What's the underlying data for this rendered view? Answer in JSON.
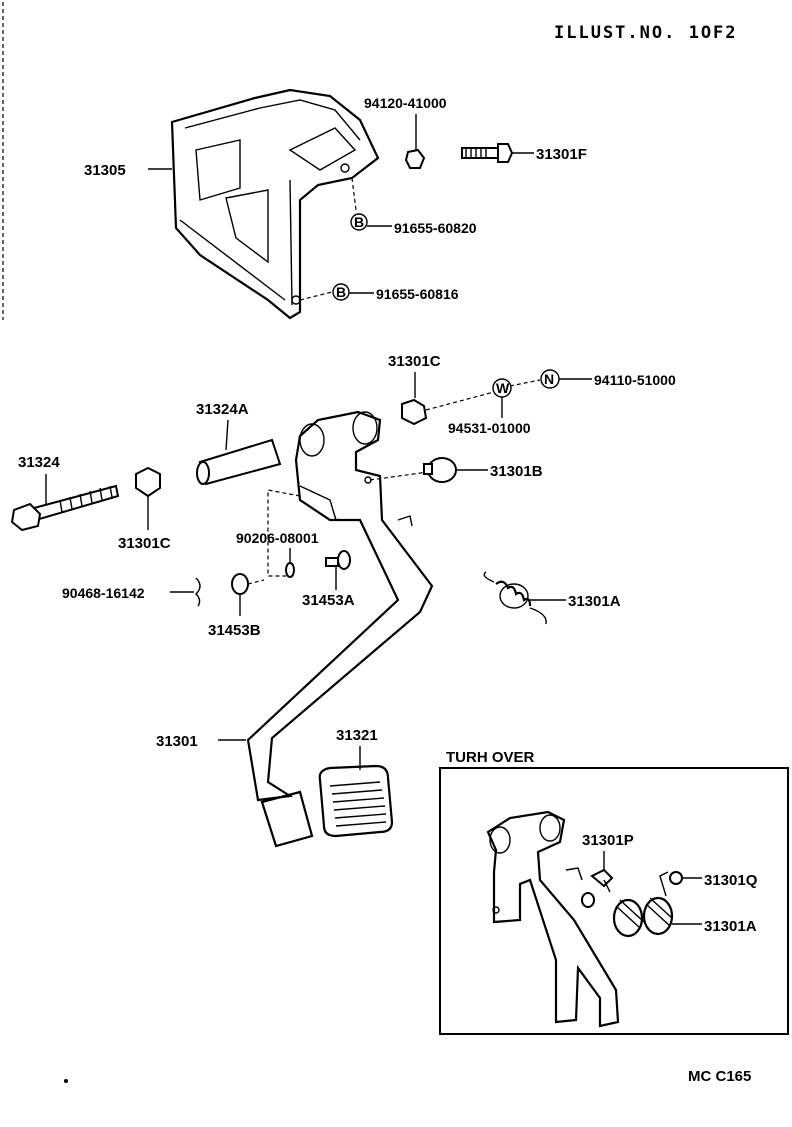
{
  "header": {
    "illust_no": "ILLUST.NO. 1OF2"
  },
  "footer": {
    "code": "MC C165"
  },
  "inset": {
    "title": "TURH OVER"
  },
  "badges": {
    "b": "B",
    "w": "W",
    "n": "N"
  },
  "labels": {
    "p94120_41000": "94120-41000",
    "p31301F": "31301F",
    "p31305": "31305",
    "p91655_60820": "91655-60820",
    "p91655_60816": "91655-60816",
    "p31301C_top": "31301C",
    "p94110_51000": "94110-51000",
    "p94531_01000": "94531-01000",
    "p31324A": "31324A",
    "p31324": "31324",
    "p31301B": "31301B",
    "p31301C_left": "31301C",
    "p90206_08001": "90206-08001",
    "p90468_16142": "90468-16142",
    "p31453A": "31453A",
    "p31453B": "31453B",
    "p31301A": "31301A",
    "p31301": "31301",
    "p31321": "31321",
    "p31301P": "31301P",
    "p31301Q": "31301Q",
    "p31301A_inset": "31301A"
  }
}
